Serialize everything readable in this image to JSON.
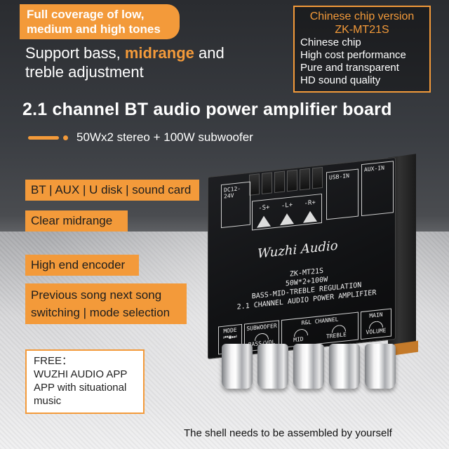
{
  "top_badge": "Full coverage of low, medium and high tones",
  "headline": {
    "part1": "Support bass, ",
    "accent": "midrange",
    "part2": " and",
    "line2": "treble adjustment"
  },
  "chip_box": {
    "title": "Chinese chip version",
    "model": "ZK-MT21S",
    "lines": [
      "Chinese chip",
      "High cost performance",
      "Pure and transparent",
      "HD sound quality"
    ]
  },
  "main_title": "2.1 channel BT audio power amplifier board",
  "subtitle": "50Wx2 stereo + 100W subwoofer",
  "features": [
    "BT | AUX | U disk | sound card",
    "Clear midrange",
    "High end encoder",
    "Previous song next song",
    "switching | mode selection"
  ],
  "free_box": {
    "heading": "FREE：",
    "line1": "WUZHI AUDIO APP",
    "line2": "APP with situational",
    "line3": "music"
  },
  "bottom_note": "The shell needs to be assembled by yourself",
  "board": {
    "dc_label": "DC12-24V",
    "speaker_labels": [
      "-S+",
      "-L+",
      "-R+"
    ],
    "usb_label": "USB-IN",
    "aux_label": "AUX-IN",
    "brand": "Wuzhi Audio",
    "model": "ZK-MT21S",
    "power": "50W*2+100W",
    "regulation": "BASS-MID-TREBLE REGULATION",
    "description": "2.1 CHANNEL AUDIO POWER AMPLIFIER",
    "controls": {
      "mode": "MODE",
      "subwoofer": "SUBWOOFER",
      "bass_vol": "BASS/VOL",
      "rl_channel": "R&L CHANNEL",
      "mid": "MID",
      "treble": "TREBLE",
      "main": "MAIN",
      "volume": "VOLUME"
    }
  },
  "colors": {
    "accent": "#f39a3a"
  }
}
